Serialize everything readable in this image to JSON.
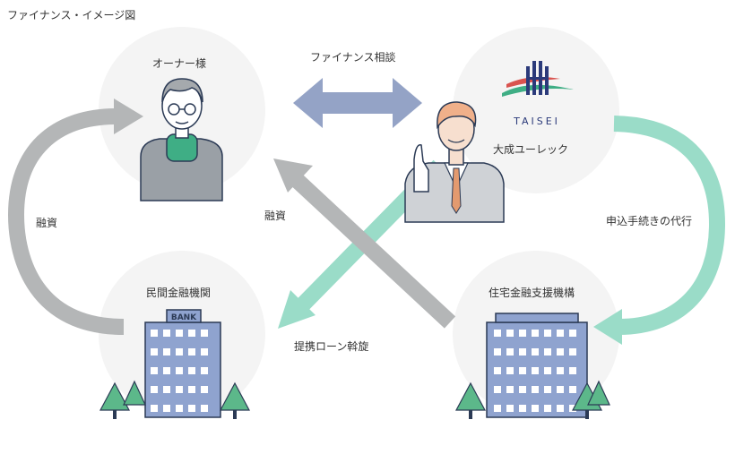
{
  "title": "ファイナンス・イメージ図",
  "nodes": {
    "owner": "オーナー様",
    "taisei": "大成ユーレック",
    "bank": "民間金融機関",
    "jhf": "住宅金融支援機構"
  },
  "logo": {
    "text": "TAISEI"
  },
  "bank_sign": "BANK",
  "edges": {
    "finance_consult": "ファイナンス相談",
    "application_agency": "申込手続きの代行",
    "loan_left": "融資",
    "loan_center": "融資",
    "partnership": "提携ローン斡旋"
  },
  "colors": {
    "circle": "#f4f4f4",
    "gray_arrow": "#b4b6b7",
    "blue_arrow": "#94a3c6",
    "mint_arrow": "#9adcc8",
    "building": "#8fa3cf",
    "tree": "#5cb88a"
  }
}
